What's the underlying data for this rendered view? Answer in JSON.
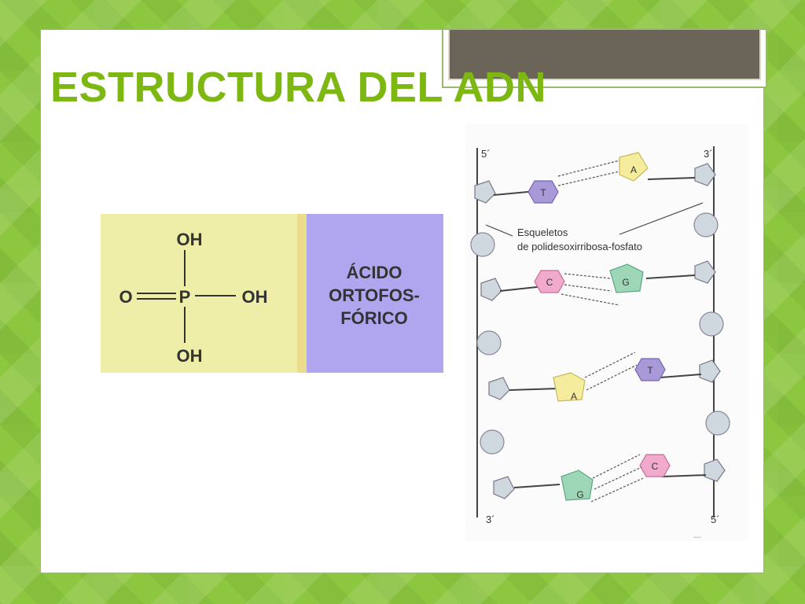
{
  "slide": {
    "title": "ESTRUCTURA DEL ADN"
  },
  "acid_figure": {
    "formula_atoms": {
      "top_oh": "OH",
      "oxygen": "O",
      "phosphorus": "P",
      "right_oh": "OH",
      "bottom_oh": "OH"
    },
    "caption_lines": [
      "ÁCIDO",
      "ORTOFOS-",
      "FÓRICO"
    ],
    "colors": {
      "left_panel": "#eeeea8",
      "right_panel": "#b0a6f0"
    }
  },
  "dna_figure": {
    "end_labels": {
      "top_left": "5´",
      "top_right": "3´",
      "bottom_left": "3´",
      "bottom_right": "5´"
    },
    "backbone_label_lines": [
      "Esqueletos",
      "de polidesoxirribosa-fosfato"
    ],
    "base_pairs": [
      {
        "left": "T",
        "right": "A"
      },
      {
        "left": "C",
        "right": "G"
      },
      {
        "left": "A",
        "right": "T"
      },
      {
        "left": "G",
        "right": "C"
      }
    ],
    "base_colors": {
      "A": "#f5ec9e",
      "T": "#a89ad8",
      "C": "#f2aacc",
      "G": "#9ed6b8"
    },
    "footer_mark": "---"
  }
}
